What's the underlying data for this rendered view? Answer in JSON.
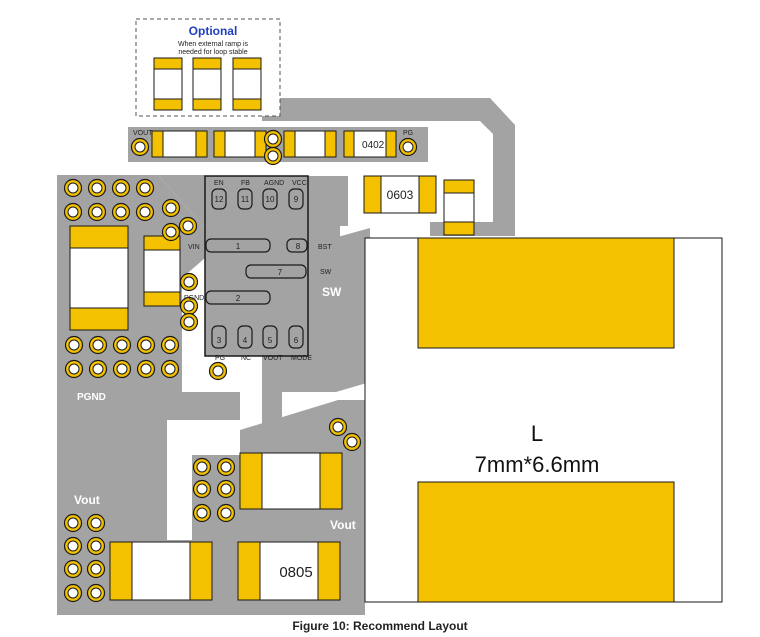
{
  "optional": {
    "title": "Optional",
    "note_line1": "When external ramp is",
    "note_line2": "needed for loop stable"
  },
  "pins": {
    "vout_top": "VOUT",
    "pg_top": "PG",
    "en": "EN",
    "fb": "FB",
    "agnd": "AGND",
    "vcc": "VCC",
    "vin": "VIN",
    "pgnd_pin": "PGND",
    "bst": "BST",
    "sw_pin": "SW",
    "pg_bottom": "PG",
    "nc": "NC",
    "vout_bottom": "VOUT",
    "mode": "MODE",
    "n1": "1",
    "n2": "2",
    "n3": "3",
    "n4": "4",
    "n5": "5",
    "n6": "6",
    "n7": "7",
    "n8": "8",
    "n9": "9",
    "n10": "10",
    "n11": "11",
    "n12": "12"
  },
  "labels": {
    "pkg_0402": "0402",
    "pkg_0603": "0603",
    "pkg_0805": "0805",
    "sw_area": "SW",
    "pgnd_area": "PGND",
    "vout_left": "Vout",
    "vout_mid": "Vout",
    "inductor": "L",
    "inductor_size": "7mm*6.6mm"
  },
  "caption": "Figure 10: Recommend Layout",
  "colors": {
    "copper": "#a3a3a3",
    "pad": "#f3c100",
    "outline": "#1a1a1a",
    "title_blue": "#1f3fbf"
  }
}
